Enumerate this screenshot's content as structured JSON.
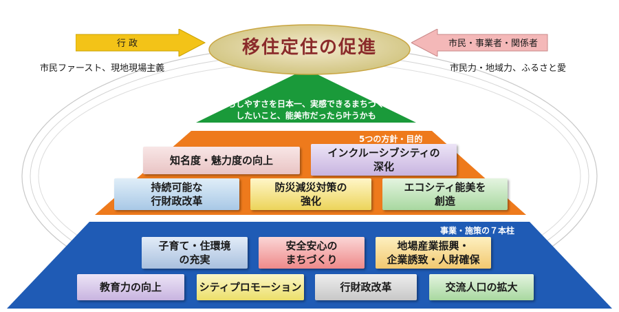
{
  "title": "移住定住の促進",
  "left_arrow": {
    "label": "行 政",
    "caption": "市民ファースト、現地現場主義"
  },
  "right_arrow": {
    "label": "市民・事業者・関係者",
    "caption": "市民力・地域力、ふるさと愛"
  },
  "vision": {
    "line1": "暮らしやすさを日本一、実感できるまちづくり",
    "line2": "したいこと、能美市だったら叶うかも"
  },
  "policies": {
    "label": "5つの方針・目的",
    "items": [
      "知名度・魅力度の向上",
      "インクルーシブシティの\n深化",
      "持続可能な\n行財政改革",
      "防災減災対策の\n強化",
      "エコシティ能美を\n創造"
    ]
  },
  "pillars": {
    "label": "事業・施策の７本柱",
    "items": [
      "子育て・住環境\nの充実",
      "安全安心の\nまちづくり",
      "地場産業振興・\n企業誘致・人財確保",
      "教育力の向上",
      "シティプロモーション",
      "行財政改革",
      "交流人口の拡大"
    ]
  },
  "colors": {
    "vision_triangle": "#1a9a3a",
    "policy_band": "#ee7a1c",
    "pillar_band": "#1f5bb5",
    "title_ellipse": "#e8dca0",
    "left_arrow": "#f3c318",
    "right_arrow": "#f4b8b8"
  }
}
